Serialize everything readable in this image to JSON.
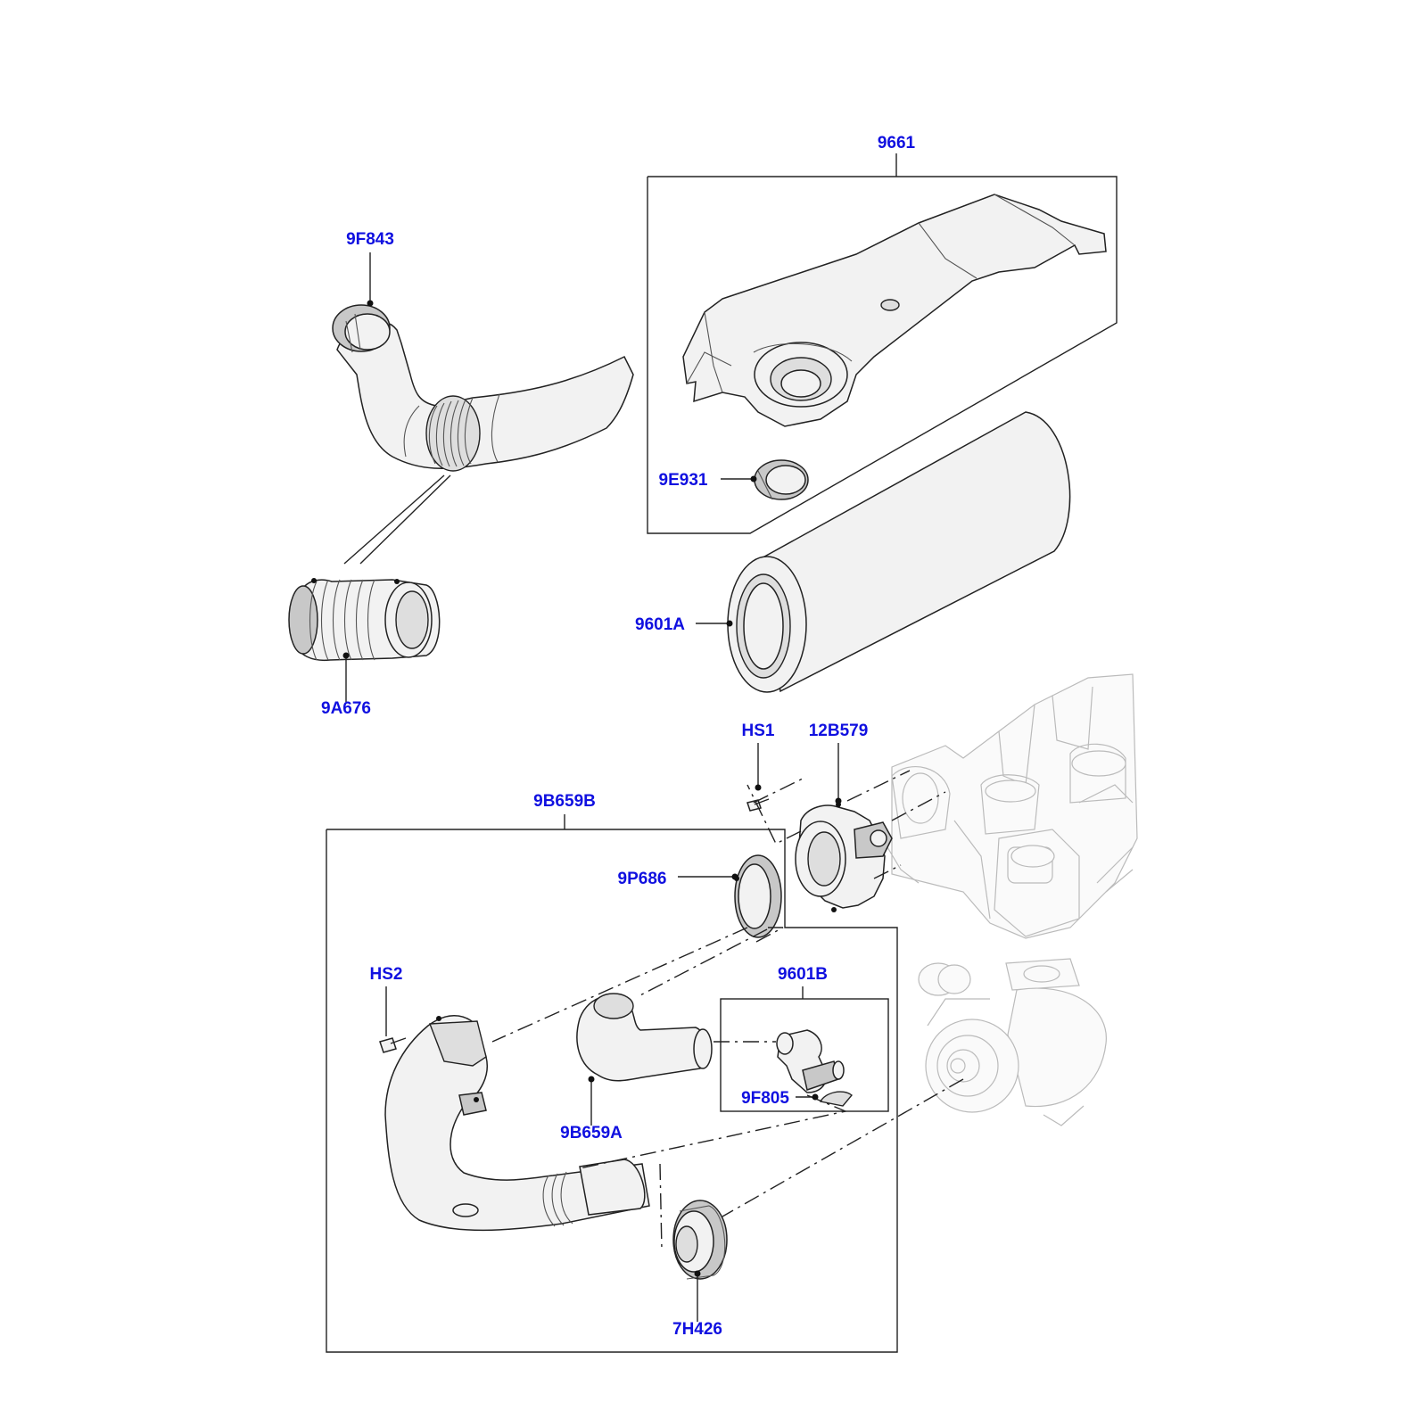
{
  "labels": {
    "9661": "9661",
    "9F843": "9F843",
    "9E931": "9E931",
    "9A676": "9A676",
    "9601A": "9601A",
    "HS1": "HS1",
    "12B579": "12B579",
    "9B659B": "9B659B",
    "9P686": "9P686",
    "HS2": "HS2",
    "9601B": "9601B",
    "9F805": "9F805",
    "9B659A": "9B659A",
    "7H426": "7H426"
  },
  "colors": {
    "label": "#1010e0",
    "line": "#222222",
    "ghost": "#bbbbbb"
  }
}
